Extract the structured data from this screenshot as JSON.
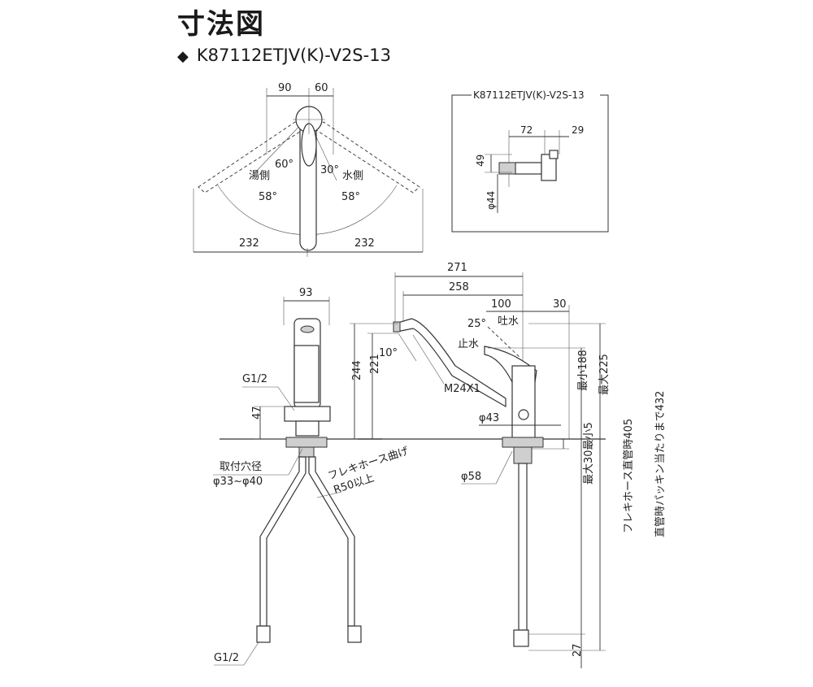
{
  "title": "寸法図",
  "model": "K87112ETJV(K)-V2S-13",
  "top_view": {
    "dim_90": "90",
    "dim_60": "60",
    "angle_60": "60°",
    "angle_30": "30°",
    "hot_side": "湯側",
    "cold_side": "水側",
    "angle_58_left": "58°",
    "angle_58_right": "58°",
    "dim_232_left": "232",
    "dim_232_right": "232"
  },
  "inset": {
    "label": "K87112ETJV(K)-V2S-13",
    "dim_72": "72",
    "dim_29": "29",
    "dim_49": "49",
    "dim_dia44": "φ44"
  },
  "front_view": {
    "dim_93": "93",
    "thread_top": "G1/2",
    "dim_47": "47",
    "mount_hole": "取付穴径",
    "mount_hole_size": "φ33~φ40",
    "hose_bend": "フレキホース曲げ",
    "hose_radius": "R50以上",
    "thread_bottom": "G1/2"
  },
  "side_view": {
    "dim_271": "271",
    "dim_258": "258",
    "dim_100": "100",
    "dim_30": "30",
    "angle_25": "25°",
    "spout": "吐水",
    "stop": "止水",
    "angle_10": "10°",
    "thread_m24": "M24X1",
    "dim_244": "244",
    "dim_221": "221",
    "dim_dia43": "φ43",
    "dim_dia58": "φ58",
    "min_188": "最小188",
    "max_225": "最大225",
    "max_counter": "最大30最小5",
    "hose_straight": "フレキホース直管時405",
    "straight_packing": "直管時パッキン当たりまで432",
    "dim_27": "27"
  }
}
